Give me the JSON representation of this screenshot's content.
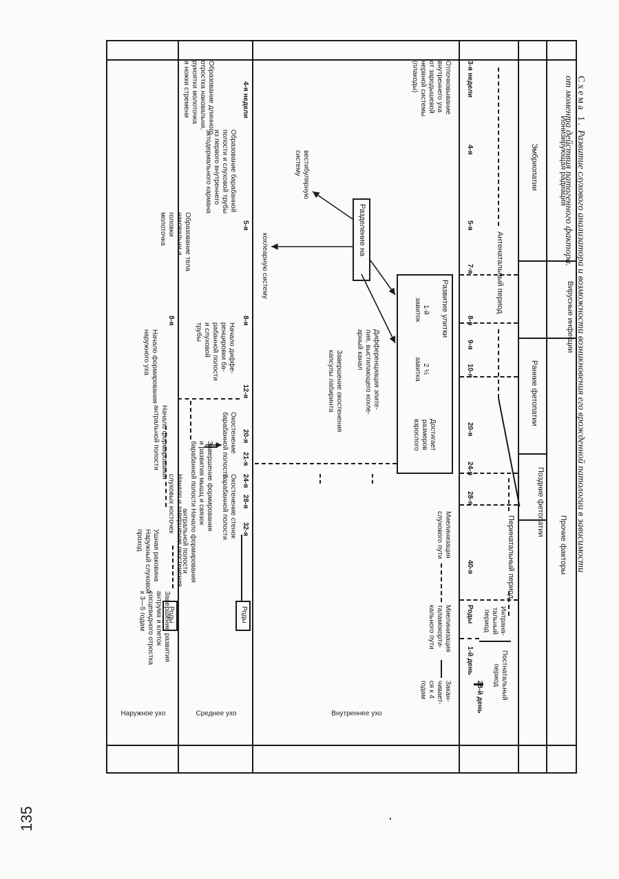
{
  "page_number": "135",
  "caption": {
    "lead": "Схема 1.",
    "line1": "Развитие слухового анализатора и возможности возникновения его врожденной патологии в зависимости",
    "line2": "от момента действия патогенного фактора."
  },
  "header": {
    "factor_row": {
      "ionizing": "Ионизирующая радиация",
      "viral": "Вирусные инфекции",
      "other": "Прочие факторы"
    },
    "pathology_row": {
      "embryo": "Эмбриопатии",
      "early": "Ранние фетопатии",
      "late": "Поздние фетопатии"
    },
    "periods": {
      "antenatal": "Антенатальный период",
      "perinatal": "Перинатальный период",
      "intranatal": "Интрана-\nтальный\nпериод",
      "postnatal": "Постнатальный\nпериод"
    }
  },
  "timeline": {
    "ticks": [
      "3-я недели",
      "4-я",
      "5-я",
      "7-я",
      "8-я",
      "9-я",
      "10-я",
      "20-я",
      "24-я",
      "28-я",
      "40-я",
      "Роды",
      "1-й день",
      "28-й\nдень"
    ]
  },
  "rows": {
    "inner": "Внутреннее ухо",
    "middle": "Среднее ухо",
    "outer": "Наружное\nухо"
  },
  "inner_ear": {
    "detachment": "Отпочковывание\nвнутреннего уха\nот зародышевой\nнервной системы\n(плакоды)",
    "division": "Разделение на",
    "vestibular": "вестибулярную\nсистему",
    "cochlear": "кохлеарную систему",
    "cochlea_dev": "Развитие улитки",
    "turn1": "1-й\nзавиток",
    "turn2": "2 ½\nзавитка",
    "adult_size": "Достигает\nразмеров\nвзрослого",
    "epith_diff": "Дифференциация эпите-\nлия, выстилающего кохле-\nарный канал",
    "labyrinth": "Завершение окостенения\nкапсулы лабиринта",
    "myelin1": "Миелинизация\nслухового пути",
    "myelin2": "Миелинизация\nталамокорти-\nкального пути",
    "myelin_end": "Закан-\nчивает-\nся к 4\nгодам"
  },
  "middle_ear": {
    "ticks": [
      "4-я недели",
      "5-я",
      "8-я",
      "12-я",
      "20-я",
      "21-я",
      "24-я",
      "28-я",
      "32-я"
    ],
    "tympanic_formation": "Образование барабанной\nполости и слуховой трубы\nиз первого внутреннего\nэктодермального кармана",
    "long_process": "Образование длинного\nотростка наковальни,\nрукоятки молоточка\nи ножки стремени",
    "body_form": "Образование тела\nнаковальни и\nголовки\nмолоточка",
    "diff_start": "Начало диффе-\nренцировки ба-\nрабанной полости\nи слуховой\nтрубы",
    "tympanic_ossif": "Окостенение\nбарабанной полости",
    "wall_ossif": "Окостенение стенок\nбарабанной полости",
    "muscle_end": "Завершение формирования\nи развития мышц и связок\nбарабанной полости",
    "ossicle_ossif": "Начало и завершение окостенения\nслуховых косточек",
    "antral_start1": "Начало формирования\nантральной полости",
    "antral_start2": "Начало формирования\nантральной полости",
    "antrum_end": "Завершение развития\nантрума и клеток\nсосцевидного отростка\nк 3—5 годам",
    "birth": "Роды"
  },
  "outer_ear": {
    "tick": "8-я",
    "formation_start": "Начало формирования\nнаружного уха",
    "auricle": "Ушная раковина\nНаружный слуховой\nпроход",
    "birth": "Роды"
  }
}
